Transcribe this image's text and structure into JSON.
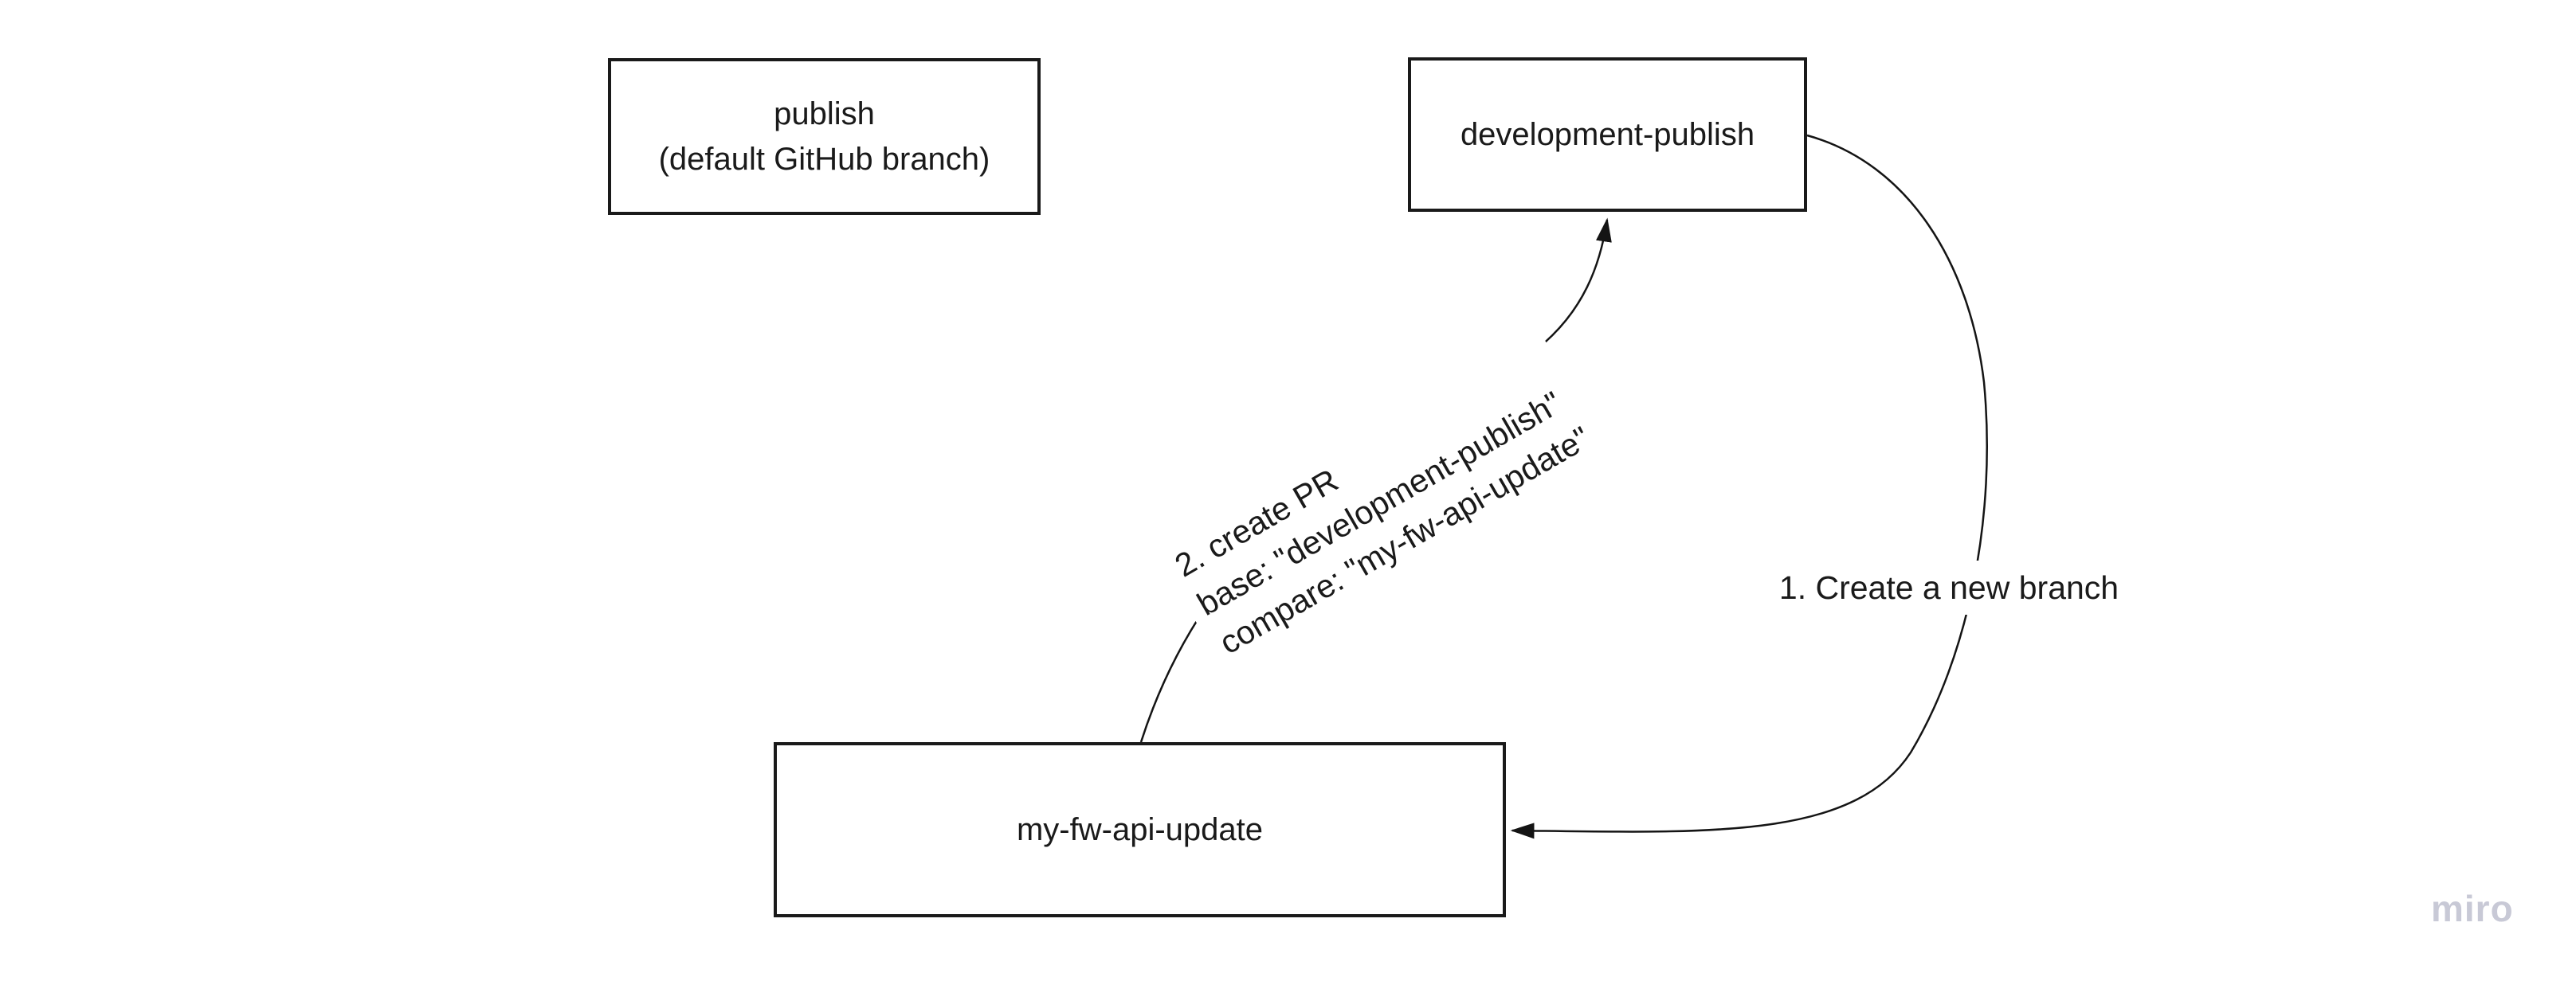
{
  "board": {
    "nodes": {
      "publish": {
        "line1": "publish",
        "line2": "(default GitHub branch)"
      },
      "development_publish": {
        "label": "development-publish"
      },
      "my_fw_api_update": {
        "label": "my-fw-api-update"
      }
    },
    "connectors": {
      "create_branch": {
        "label": "1. Create a new branch",
        "from": "development-publish",
        "to": "my-fw-api-update"
      },
      "create_pr": {
        "lines": [
          "2. create PR",
          "base: \"development-publish\"",
          "compare: \"my-fw-api-update\""
        ],
        "from": "my-fw-api-update",
        "to": "development-publish"
      }
    },
    "watermark": {
      "text": "miro"
    }
  },
  "theme": {
    "ink": "#1a1a1a",
    "connector": "#141414",
    "watermark-color": "#c8c9d6",
    "canvas-bg": "#ffffff"
  }
}
